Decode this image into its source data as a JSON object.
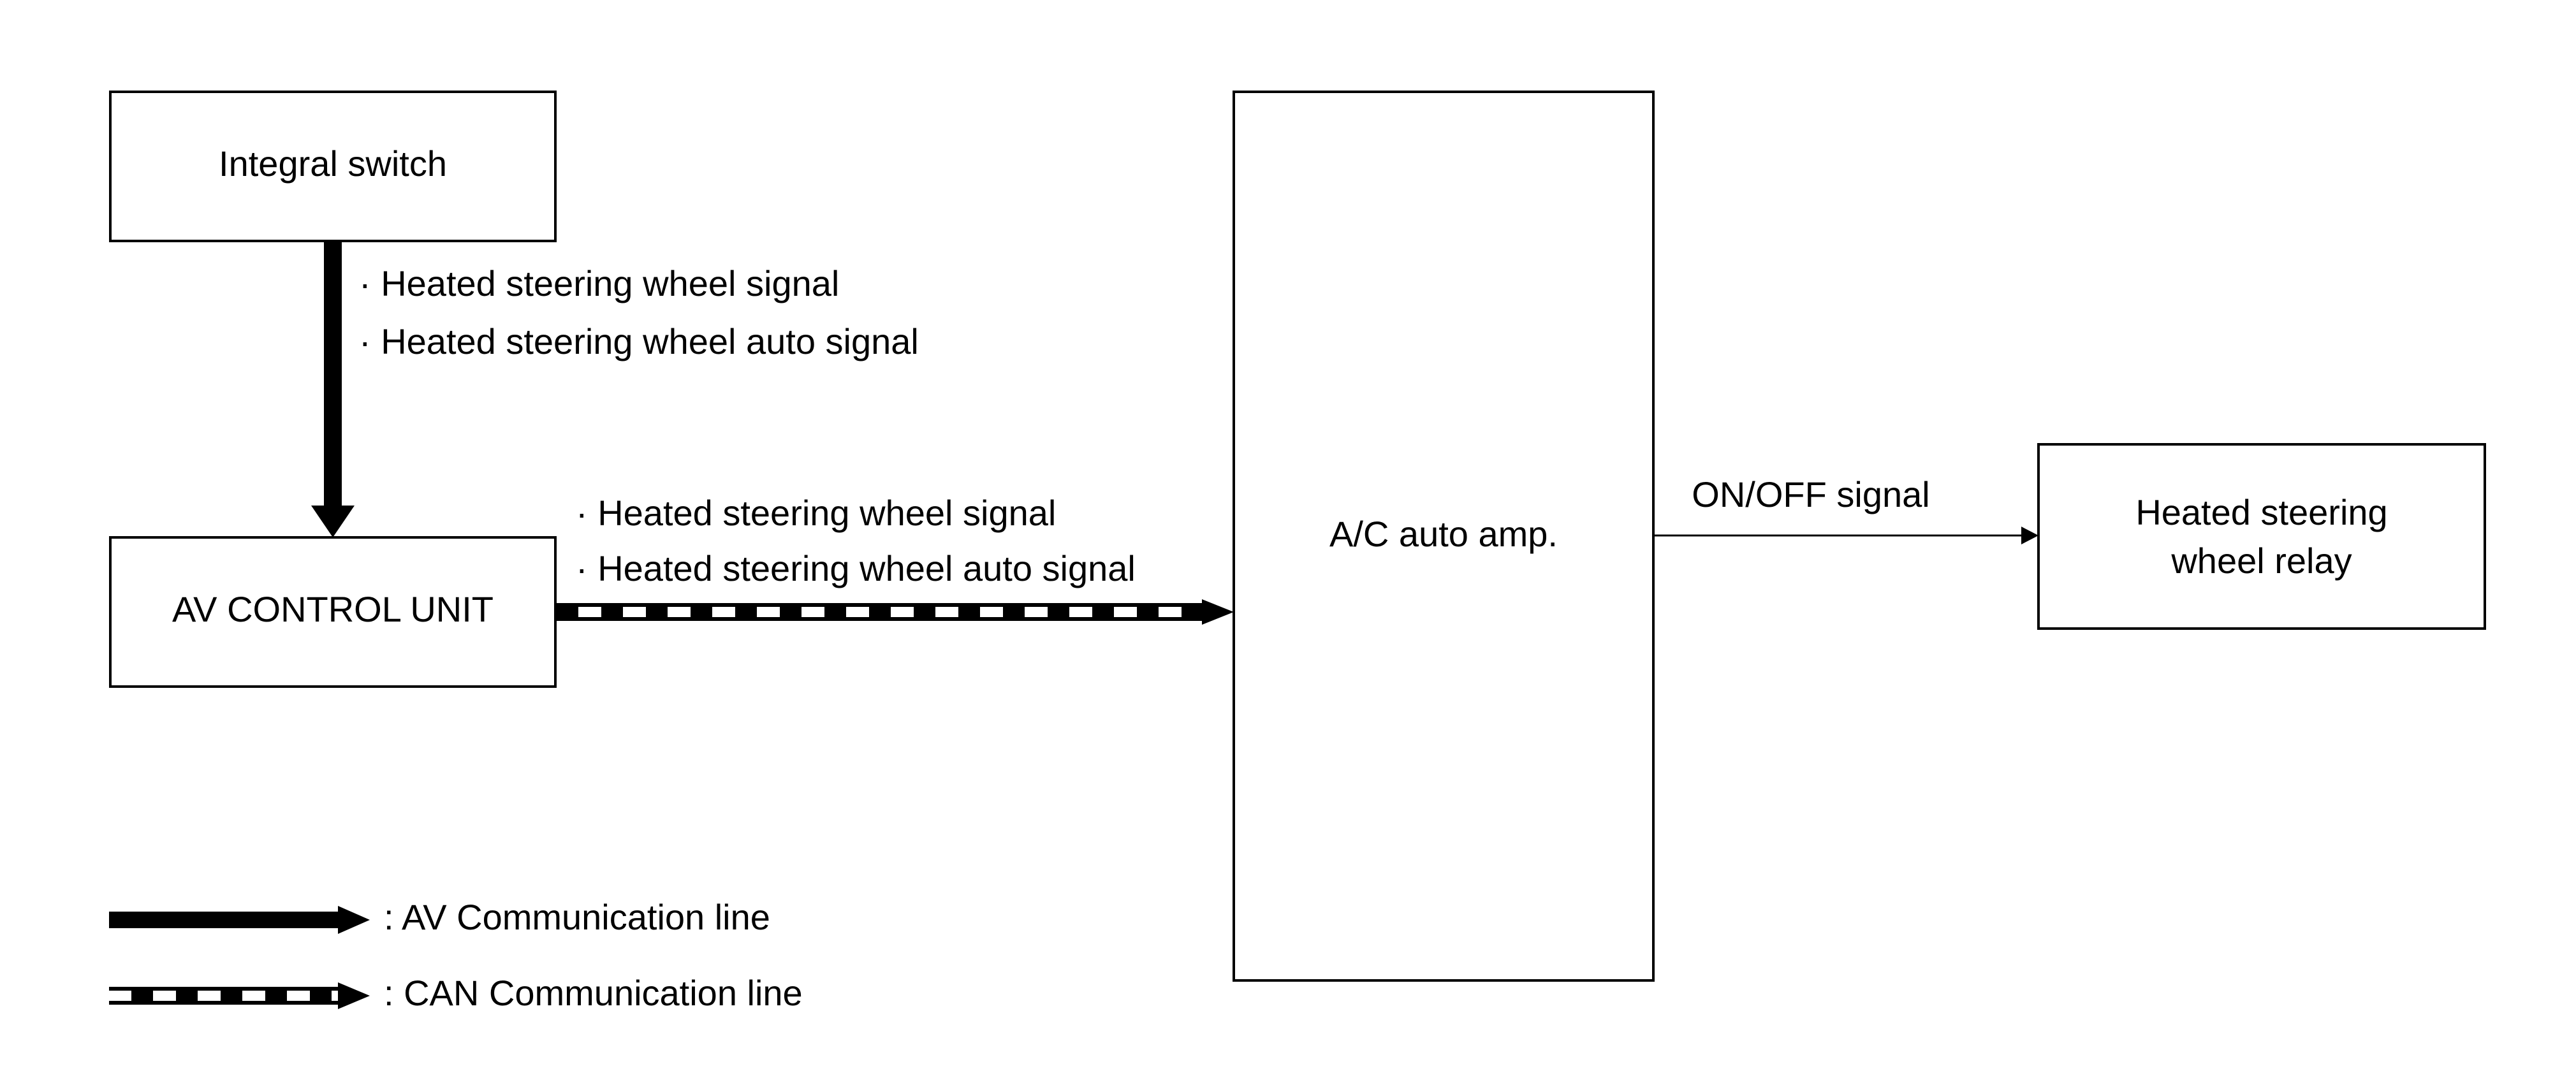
{
  "blocks": {
    "integral_switch": "Integral switch",
    "av_control_unit": "AV CONTROL UNIT",
    "ac_auto_amp": "A/C auto amp.",
    "heated_relay_line1": "Heated steering",
    "heated_relay_line2": "wheel relay"
  },
  "signals": {
    "switch_to_av": [
      "· Heated steering wheel signal",
      "· Heated steering wheel auto signal"
    ],
    "av_to_amp": [
      "· Heated steering wheel signal",
      "· Heated steering wheel auto signal"
    ],
    "amp_to_relay": "ON/OFF signal"
  },
  "legend": {
    "av_line": ": AV Communication line",
    "can_line": ": CAN Communication line"
  },
  "colors": {
    "line": "#000000",
    "background": "#ffffff"
  }
}
